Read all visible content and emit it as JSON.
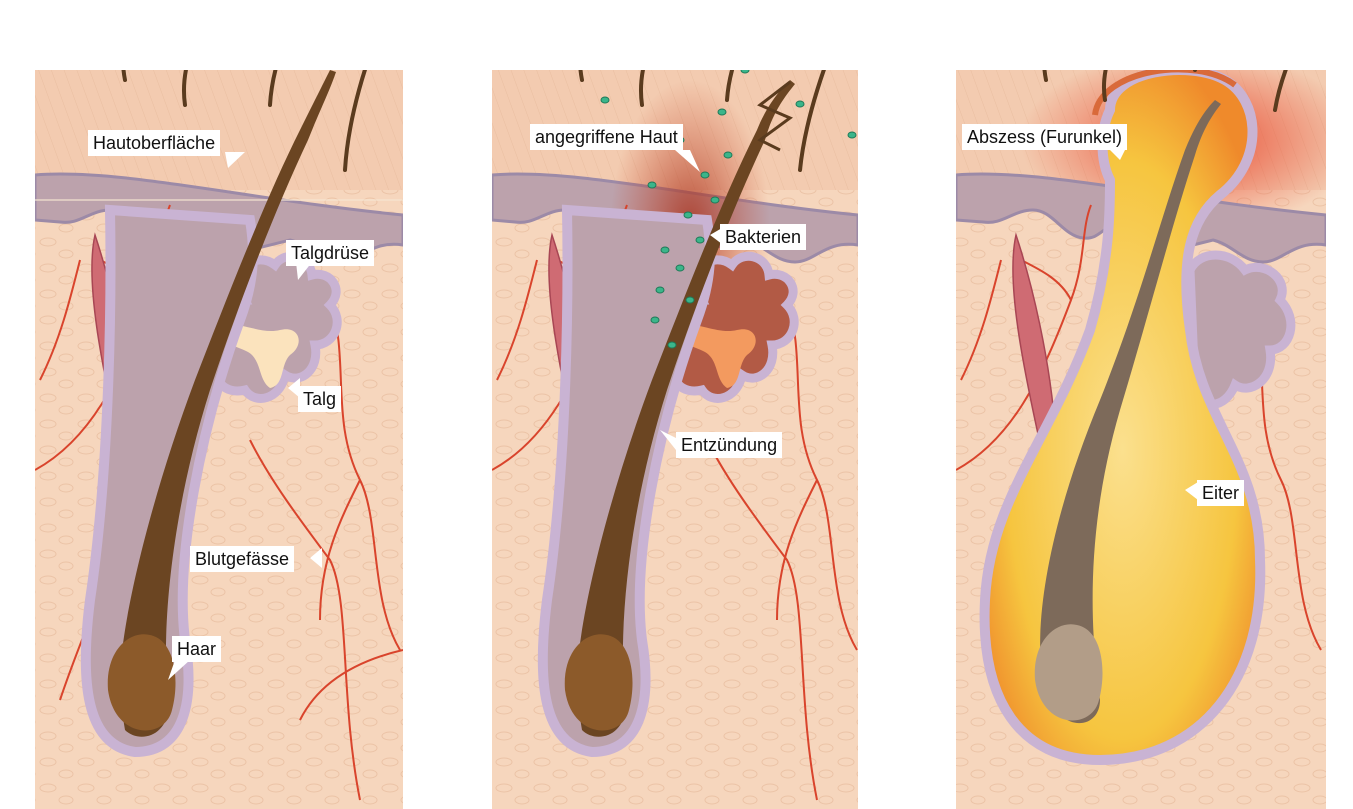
{
  "panels": [
    {
      "id": "healthy",
      "labels": {
        "hautoberflaeche": "Hautoberfläche",
        "talgdruese": "Talgdrüse",
        "talg": "Talg",
        "blutgefaesse": "Blutgefässe",
        "haar": "Haar"
      }
    },
    {
      "id": "inflamed",
      "labels": {
        "angegriffene_haut": "angegriffene Haut",
        "bakterien": "Bakterien",
        "entzuendung": "Entzündung"
      }
    },
    {
      "id": "abscess",
      "labels": {
        "abszess": "Abszess (Furunkel)",
        "eiter": "Eiter"
      }
    }
  ],
  "colors": {
    "skin": "#f6d6bd",
    "epidermis": "#f3cbb0",
    "dermis_band": "#bca2ac",
    "follicle_wall": "#c9b3d3",
    "hair": "#6b4522",
    "sebum": "#fbe3bd",
    "vessel": "#d9442c",
    "inflammation": "#c43b22",
    "bacteria": "#3bb58a",
    "pus": "#f7c94a"
  }
}
